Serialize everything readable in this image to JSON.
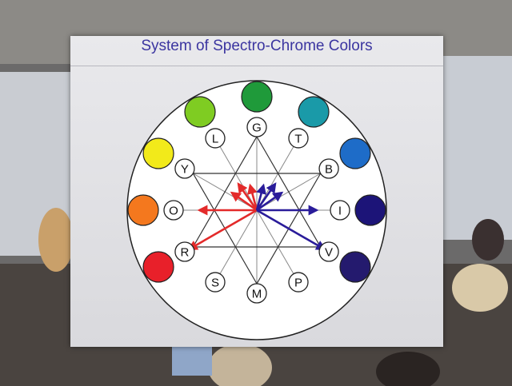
{
  "slide": {
    "title": "System of Spectro-Chrome Colors"
  },
  "wheel": {
    "nodes": [
      {
        "letter": "G",
        "color": "#1f9a3a"
      },
      {
        "letter": "T",
        "color": "#1a9aa8"
      },
      {
        "letter": "B",
        "color": "#1e6cc8"
      },
      {
        "letter": "I",
        "color": "#1c1478"
      },
      {
        "letter": "V",
        "color": "#241a6e"
      },
      {
        "letter": "P",
        "color": ""
      },
      {
        "letter": "M",
        "color": ""
      },
      {
        "letter": "S",
        "color": ""
      },
      {
        "letter": "R",
        "color": "#e8202a"
      },
      {
        "letter": "O",
        "color": "#f4781e"
      },
      {
        "letter": "Y",
        "color": "#f2ea1a"
      },
      {
        "letter": "L",
        "color": "#7fcc22"
      }
    ],
    "arrow_colors": {
      "warm": "#e32a2a",
      "cool": "#2a1c9a"
    }
  }
}
